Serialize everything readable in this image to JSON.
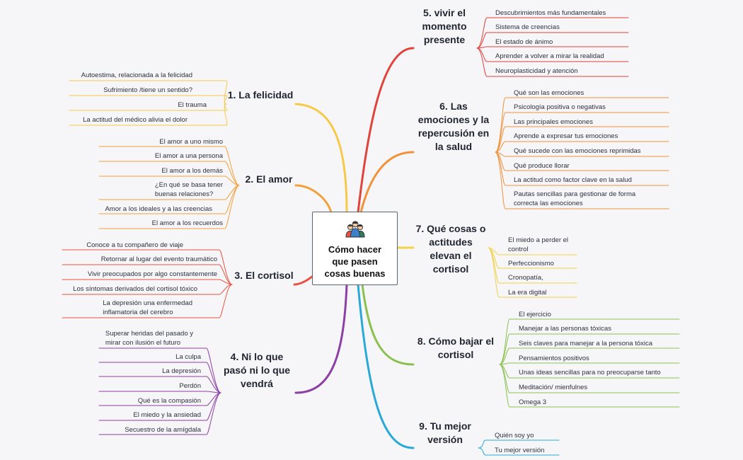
{
  "central": {
    "title": [
      "Cómo hacer",
      "que pasen",
      "cosas buenas"
    ],
    "icon": "people-group-icon"
  },
  "branches": [
    {
      "id": "felicidad",
      "title": [
        "1. La felicidad"
      ],
      "color": "#f7c948",
      "items": [
        "Autoestima, relacionada a la felicidad",
        "Sufrimiento /tiene un sentido?",
        "El trauma",
        "La actitud del médico alivia el dolor"
      ]
    },
    {
      "id": "amor",
      "title": [
        "2. El amor"
      ],
      "color": "#f4a03a",
      "items": [
        "El amor a uno mismo",
        "El amor a una persona",
        "El amor a los demás",
        "¿En qué se basa tener\nbuenas relaciones?",
        "Amor a los ideales y a las creencias",
        "El amor a los recuerdos"
      ]
    },
    {
      "id": "cortisol",
      "title": [
        "3. El cortisol"
      ],
      "color": "#e8533f",
      "items": [
        "Conoce a tu compañero de viaje",
        "Retornar al lugar del evento traumático",
        "Vivir preocupados por algo constantemente",
        "Los síntomas derivados del cortisol tóxico",
        "La depresión una enfermedad\ninflamatoria del cerebro"
      ]
    },
    {
      "id": "pasado",
      "title": [
        "4. Ni lo que",
        "pasó ni lo que",
        "vendrá"
      ],
      "color": "#8d3fa3",
      "items": [
        "Superar heridas del pasado y\nmirar con ilusión el futuro",
        "La culpa",
        "La depresión",
        "Perdón",
        "Qué es la compasión",
        "El miedo y la ansiedad",
        "Secuestro de la amígdala"
      ]
    },
    {
      "id": "presente",
      "title": [
        "5. vivir el",
        "momento",
        "presente"
      ],
      "color": "#e0433a",
      "items": [
        "Descubrimientos más fundamentales",
        "Sistema de creencias",
        "El estado de ánimo",
        "Aprender a volver a mirar la realidad",
        "Neuroplasticidad y atención"
      ]
    },
    {
      "id": "emociones",
      "title": [
        "6. Las",
        "emociones y la",
        "repercusión en",
        "la salud"
      ],
      "color": "#f0923a",
      "items": [
        "Qué son las emociones",
        "Psicología positiva o negativas",
        "Las principales emociones",
        "Aprende a expresar tus emociones",
        "Qué sucede con las emociones reprimidas",
        "Qué produce llorar",
        "La actitud como factor clave en la salud",
        "Pautas sencillas para gestionar de forma\ncorrecta las emociones"
      ]
    },
    {
      "id": "elevan",
      "title": [
        "7. Qué cosas o",
        "actitudes",
        "elevan el",
        "cortisol"
      ],
      "color": "#f2d14b",
      "items": [
        "El miedo a perder el\ncontrol",
        "Perfeccionismo",
        "Cronopatía,",
        "La era digital"
      ]
    },
    {
      "id": "bajar",
      "title": [
        "8. Cómo bajar el",
        "cortisol"
      ],
      "color": "#8cc152",
      "items": [
        "El ejercicio",
        "Manejar a las personas tóxicas",
        "Seis claves para manejar a la persona tóxica",
        "Pensamientos positivos",
        "Unas ideas sencillas para no preocuparse tanto",
        "Meditación/ mienfulnes",
        "Omega 3"
      ]
    },
    {
      "id": "mejor",
      "title": [
        "9. Tu mejor",
        "versión"
      ],
      "color": "#29a9d6",
      "items": [
        "Quién soy yo",
        "Tu mejor versión"
      ]
    }
  ]
}
